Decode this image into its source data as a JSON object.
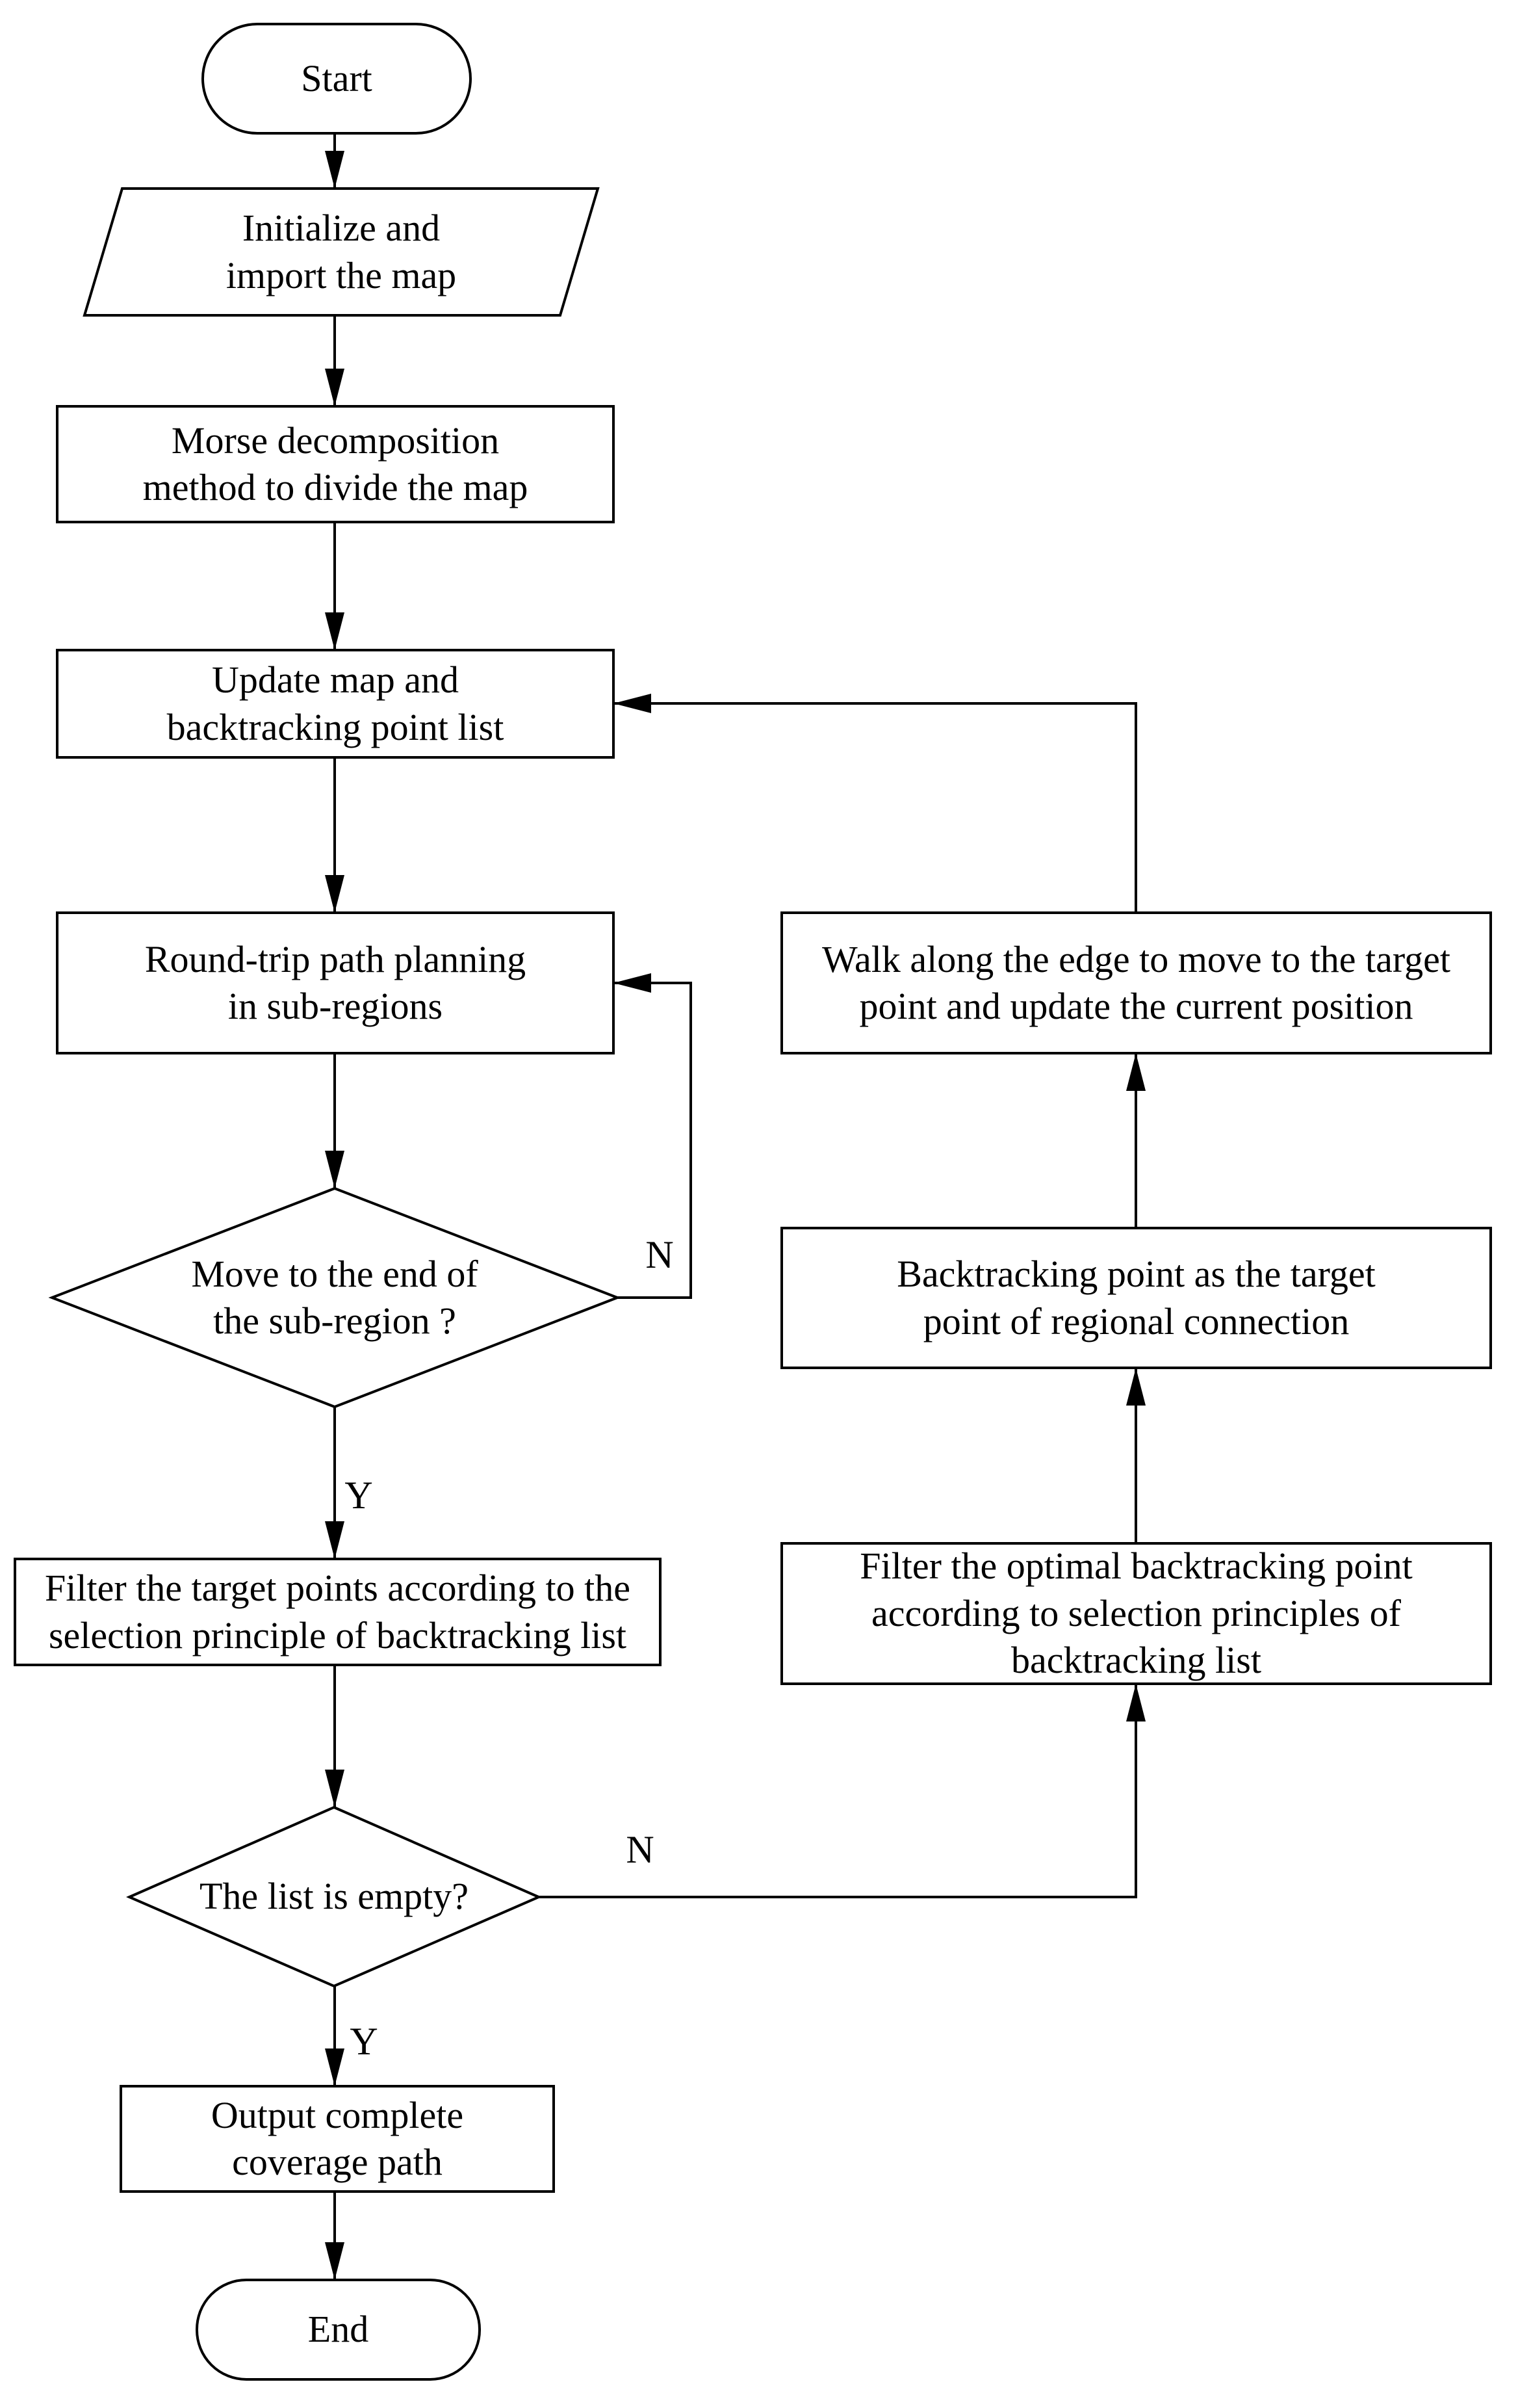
{
  "diagram": {
    "title_none": "",
    "colors": {
      "background": "#ffffff",
      "stroke": "#000000",
      "node_fill": "#ffffff",
      "text": "#000000"
    },
    "nodes": {
      "start": {
        "type": "terminator",
        "label": "Start"
      },
      "init": {
        "type": "io",
        "label": "Initialize and\nimport the map"
      },
      "morse": {
        "type": "process",
        "label": "Morse decomposition\nmethod to divide the map"
      },
      "update": {
        "type": "process",
        "label": "Update map and\nbacktracking point list"
      },
      "roundtrip": {
        "type": "process",
        "label": "Round-trip path planning\nin sub-regions"
      },
      "decision_subregion": {
        "type": "decision",
        "label": "Move to the end of\nthe sub-region ?"
      },
      "filter_target": {
        "type": "process",
        "label": "Filter the target points according to the\nselection principle of backtracking list"
      },
      "decision_list_empty": {
        "type": "decision",
        "label": "The list is empty?"
      },
      "output": {
        "type": "process",
        "label": "Output complete\ncoverage path"
      },
      "end": {
        "type": "terminator",
        "label": "End"
      },
      "walk": {
        "type": "process",
        "label": "Walk along the edge to move to the target\npoint and update the current position"
      },
      "backtrack_target": {
        "type": "process",
        "label": "Backtracking point as the target\npoint of regional connection"
      },
      "filter_optimal": {
        "type": "process",
        "label": "Filter the optimal backtracking point\naccording to selection principles of\nbacktracking list"
      }
    },
    "branches": {
      "subregion_no": "N",
      "subregion_yes": "Y",
      "list_empty_no": "N",
      "list_empty_yes": "Y"
    }
  }
}
